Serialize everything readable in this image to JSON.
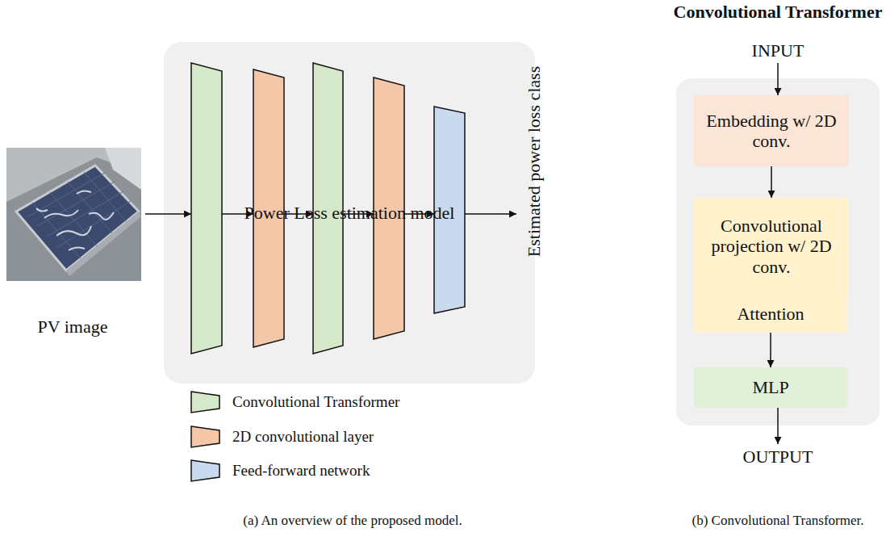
{
  "diagram": {
    "nodes": [
      {
        "text": [
          "Power Loss estimation model"
        ]
      },
      {
        "text": [
          "Convolutional Transformer"
        ]
      },
      {
        "text": [
          "Embedding w/ 2D conv."
        ],
        "in": 1
      },
      {
        "text": [
          "Convolutional projection w/ 2D conv."
        ],
        "in": 1
      },
      {
        "text": [
          "Attention"
        ],
        "in": 1
      },
      {
        "text": [
          "MLP"
        ],
        "in": 1
      }
    ],
    "edges": [
      {
        "from": 2,
        "to": 3,
        "arrow": "to"
      },
      {
        "from": 4,
        "to": 5,
        "arrow": "to"
      }
    ],
    "labels": [
      "PV image",
      "Estimated power loss class",
      "INPUT",
      "OUTPUT",
      "(a) An overview of the proposed model.",
      "(b) Convolutional Transformer."
    ],
    "legend": [
      {
        "text": "Convolutional Transformer",
        "color": "#d5e8c9"
      },
      {
        "text": "2D convolutional layer",
        "color": "#f4c7a9"
      },
      {
        "text": "Feed-forward network",
        "color": "#c9d9ee"
      }
    ]
  }
}
